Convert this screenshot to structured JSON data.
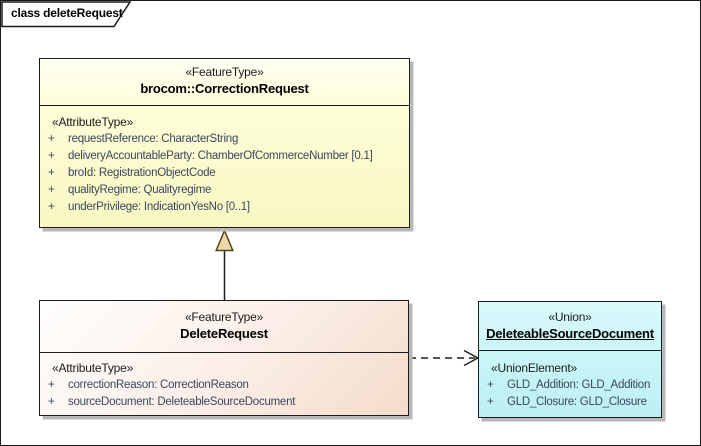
{
  "diagram": {
    "tab_title": "class deleteRequest"
  },
  "classes": {
    "correctionRequest": {
      "stereotype": "«FeatureType»",
      "name": "brocom::CorrectionRequest",
      "attr_header": "«AttributeType»",
      "attributes": [
        {
          "visibility": "+",
          "signature": "requestReference: CharacterString"
        },
        {
          "visibility": "+",
          "signature": "deliveryAccountableParty: ChamberOfCommerceNumber [0.1]"
        },
        {
          "visibility": "+",
          "signature": "broId: RegistrationObjectCode"
        },
        {
          "visibility": "+",
          "signature": "qualityRegime: Qualityregime"
        },
        {
          "visibility": "+",
          "signature": "underPrivilege: IndicationYesNo [0..1]"
        }
      ]
    },
    "deleteRequest": {
      "stereotype": "«FeatureType»",
      "name": "DeleteRequest",
      "attr_header": "«AttributeType»",
      "attributes": [
        {
          "visibility": "+",
          "signature": "correctionReason: CorrectionReason"
        },
        {
          "visibility": "+",
          "signature": "sourceDocument: DeleteableSourceDocument"
        }
      ]
    },
    "deleteableSourceDocument": {
      "stereotype": "«Union»",
      "name": "DeleteableSourceDocument",
      "attr_header": "«UnionElement»",
      "attributes": [
        {
          "visibility": "+",
          "signature": "GLD_Addition: GLD_Addition"
        },
        {
          "visibility": "+",
          "signature": "GLD_Closure: GLD_Closure"
        }
      ]
    }
  },
  "colors": {
    "correction_request_fill": "#fbfbc9",
    "delete_request_fill": "#f7e3d6",
    "union_fill": "#c9f6f8",
    "generalization_arrowhead_fill": "#f1d7a5",
    "connector_color": "#1c1c1c",
    "attribute_text": "#3c4660",
    "shadow": "#b8b8b8"
  }
}
